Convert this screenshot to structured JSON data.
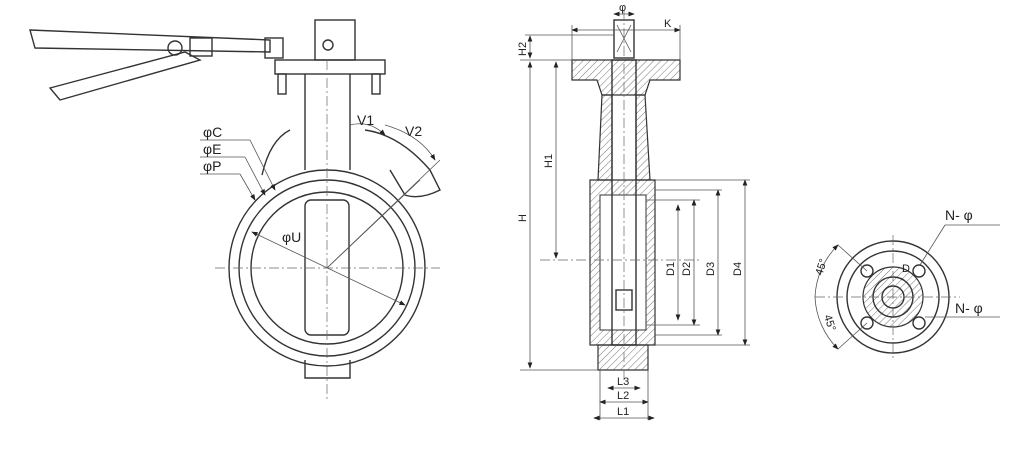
{
  "views": {
    "front": {
      "labels": {
        "phi_c": "φC",
        "phi_e": "φE",
        "phi_p": "φP",
        "phi_u": "φU",
        "v1": "V1",
        "v2": "V2"
      }
    },
    "side": {
      "labels": {
        "phi": "φ",
        "k": "K",
        "h2": "H2",
        "h": "H",
        "h1": "H1",
        "d1": "D1",
        "d2": "D2",
        "d3": "D3",
        "d4": "D4",
        "l3": "L3",
        "l2": "L2",
        "l1": "L1"
      }
    },
    "flange": {
      "labels": {
        "n_phi_top": "N- φ",
        "n_phi_bottom": "N- φ",
        "angle_top": "45°",
        "angle_bottom": "45°",
        "d": "D"
      }
    }
  }
}
